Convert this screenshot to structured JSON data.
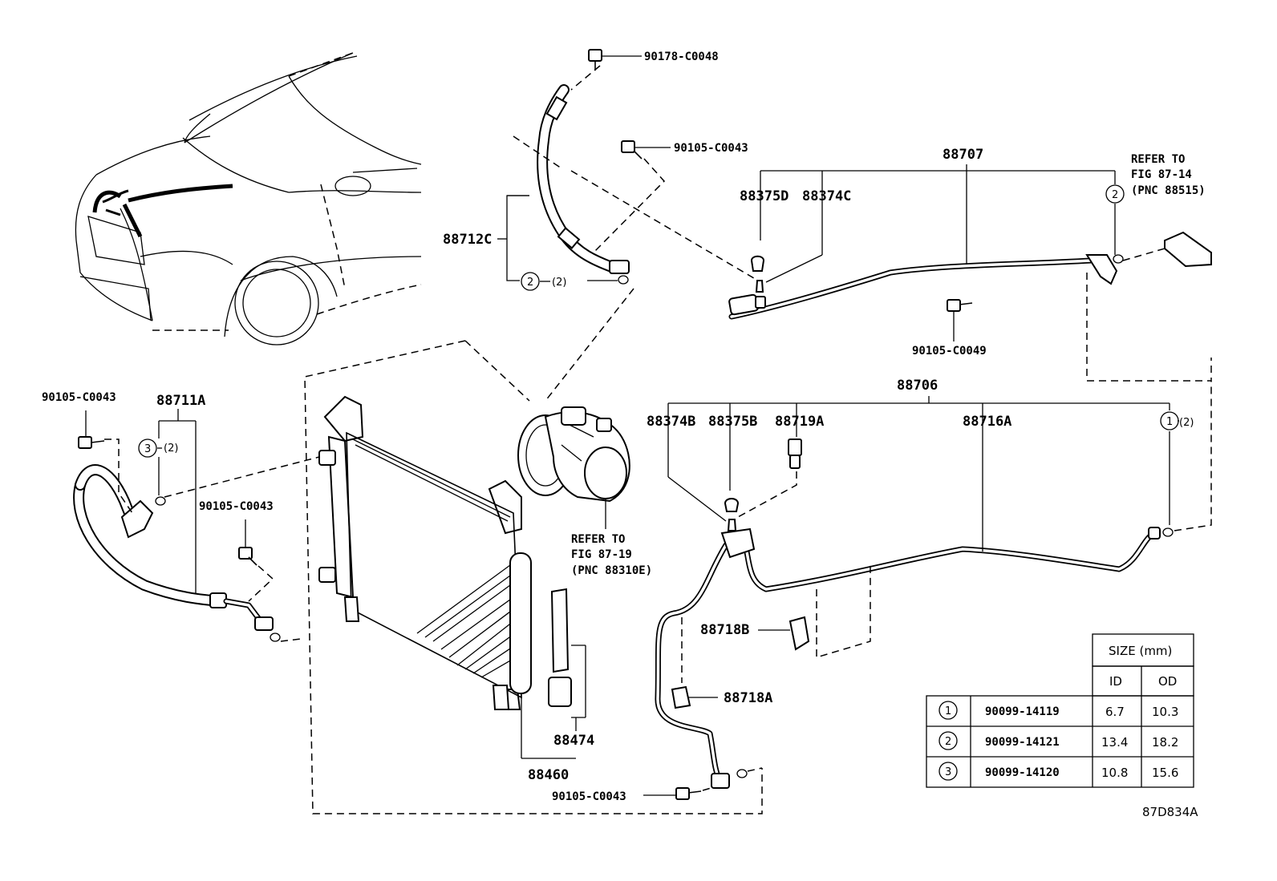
{
  "labels": {
    "p90178": "90178-C0048",
    "p90105_top": "90105-C0043",
    "p88707": "88707",
    "p88375D": "88375D",
    "p88374C": "88374C",
    "refer_top_1": "REFER TO",
    "refer_top_2": "FIG 87-14",
    "refer_top_3": "(PNC 88515)",
    "p88712C": "88712C",
    "circ2_qty_left": "(2)",
    "p90105_C0049": "90105-C0049",
    "p90105_left": "90105-C0043",
    "p88711A": "88711A",
    "circ3_qty": "(2)",
    "p90105_mid": "90105-C0043",
    "p88706": "88706",
    "p88374B": "88374B",
    "p88375B": "88375B",
    "p88719A": "88719A",
    "p88716A": "88716A",
    "circ1_qty": "(2)",
    "refer_mid_1": "REFER TO",
    "refer_mid_2": "FIG 87-19",
    "refer_mid_3": "(PNC 88310E)",
    "p88718B": "88718B",
    "p88718A": "88718A",
    "p88474": "88474",
    "p88460": "88460",
    "p90105_bottom": "90105-C0043",
    "diagram_id": "87D834A"
  },
  "circles": {
    "c2_top": "2",
    "c2_left": "2",
    "c3_left": "3",
    "c1_right": "1"
  },
  "size_table": {
    "header": "SIZE (mm)",
    "col_id": "ID",
    "col_od": "OD",
    "rows": [
      {
        "num": "1",
        "part": "90099-14119",
        "id": "6.7",
        "od": "10.3"
      },
      {
        "num": "2",
        "part": "90099-14121",
        "id": "13.4",
        "od": "18.2"
      },
      {
        "num": "3",
        "part": "90099-14120",
        "id": "10.8",
        "od": "15.6"
      }
    ]
  }
}
